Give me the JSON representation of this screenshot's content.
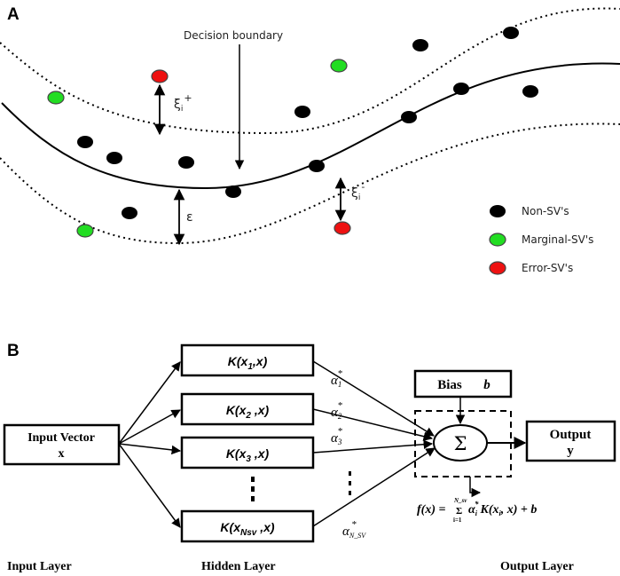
{
  "panel_a": {
    "label": "A",
    "decision_boundary_label": "Decision boundary",
    "xi_plus": {
      "base": "ξ",
      "sub": "i",
      "sup": "+"
    },
    "xi_minus": {
      "base": "ξ",
      "sub": "i",
      "sup": "-"
    },
    "epsilon": "ε",
    "legend": [
      {
        "label": "Non-SV's",
        "color": "#000000"
      },
      {
        "label": "Marginal-SV's",
        "color": "#22dd22"
      },
      {
        "label": "Error-SV's",
        "color": "#ee1111"
      }
    ]
  },
  "panel_b": {
    "label": "B",
    "input_box": {
      "line1": "Input Vector",
      "line2": "x"
    },
    "kernels": [
      {
        "pre": "K(x",
        "sub": "1",
        "post": ",x)"
      },
      {
        "pre": "K(x",
        "sub": "2",
        "post": " ,x)"
      },
      {
        "pre": "K(x",
        "sub": "3",
        "post": " ,x)"
      },
      {
        "pre": "K(x",
        "sub": "Nsv",
        "post": " ,x)"
      }
    ],
    "alphas": [
      {
        "base": "α",
        "sub": "1",
        "sup": "*"
      },
      {
        "base": "α",
        "sub": "2",
        "sup": "*"
      },
      {
        "base": "α",
        "sub": "3",
        "sup": "*"
      },
      {
        "base": "α",
        "sub": "N_SV",
        "sup": "*"
      }
    ],
    "bias_box": {
      "label": "Bias",
      "var": "b"
    },
    "sum_symbol": "Σ",
    "output_box": {
      "line1": "Output",
      "line2": "y"
    },
    "formula": {
      "lhs": "f(x) =",
      "sum": "Σ",
      "upper": "N_sv",
      "lower": "i=1",
      "term": "α",
      "term_sup": "*",
      "term_sub": "i",
      "kernel": "K(x",
      "kernel_sub": "i",
      "rest": ", x) + b"
    },
    "layers": [
      "Input Layer",
      "Hidden Layer",
      "Output Layer"
    ]
  }
}
